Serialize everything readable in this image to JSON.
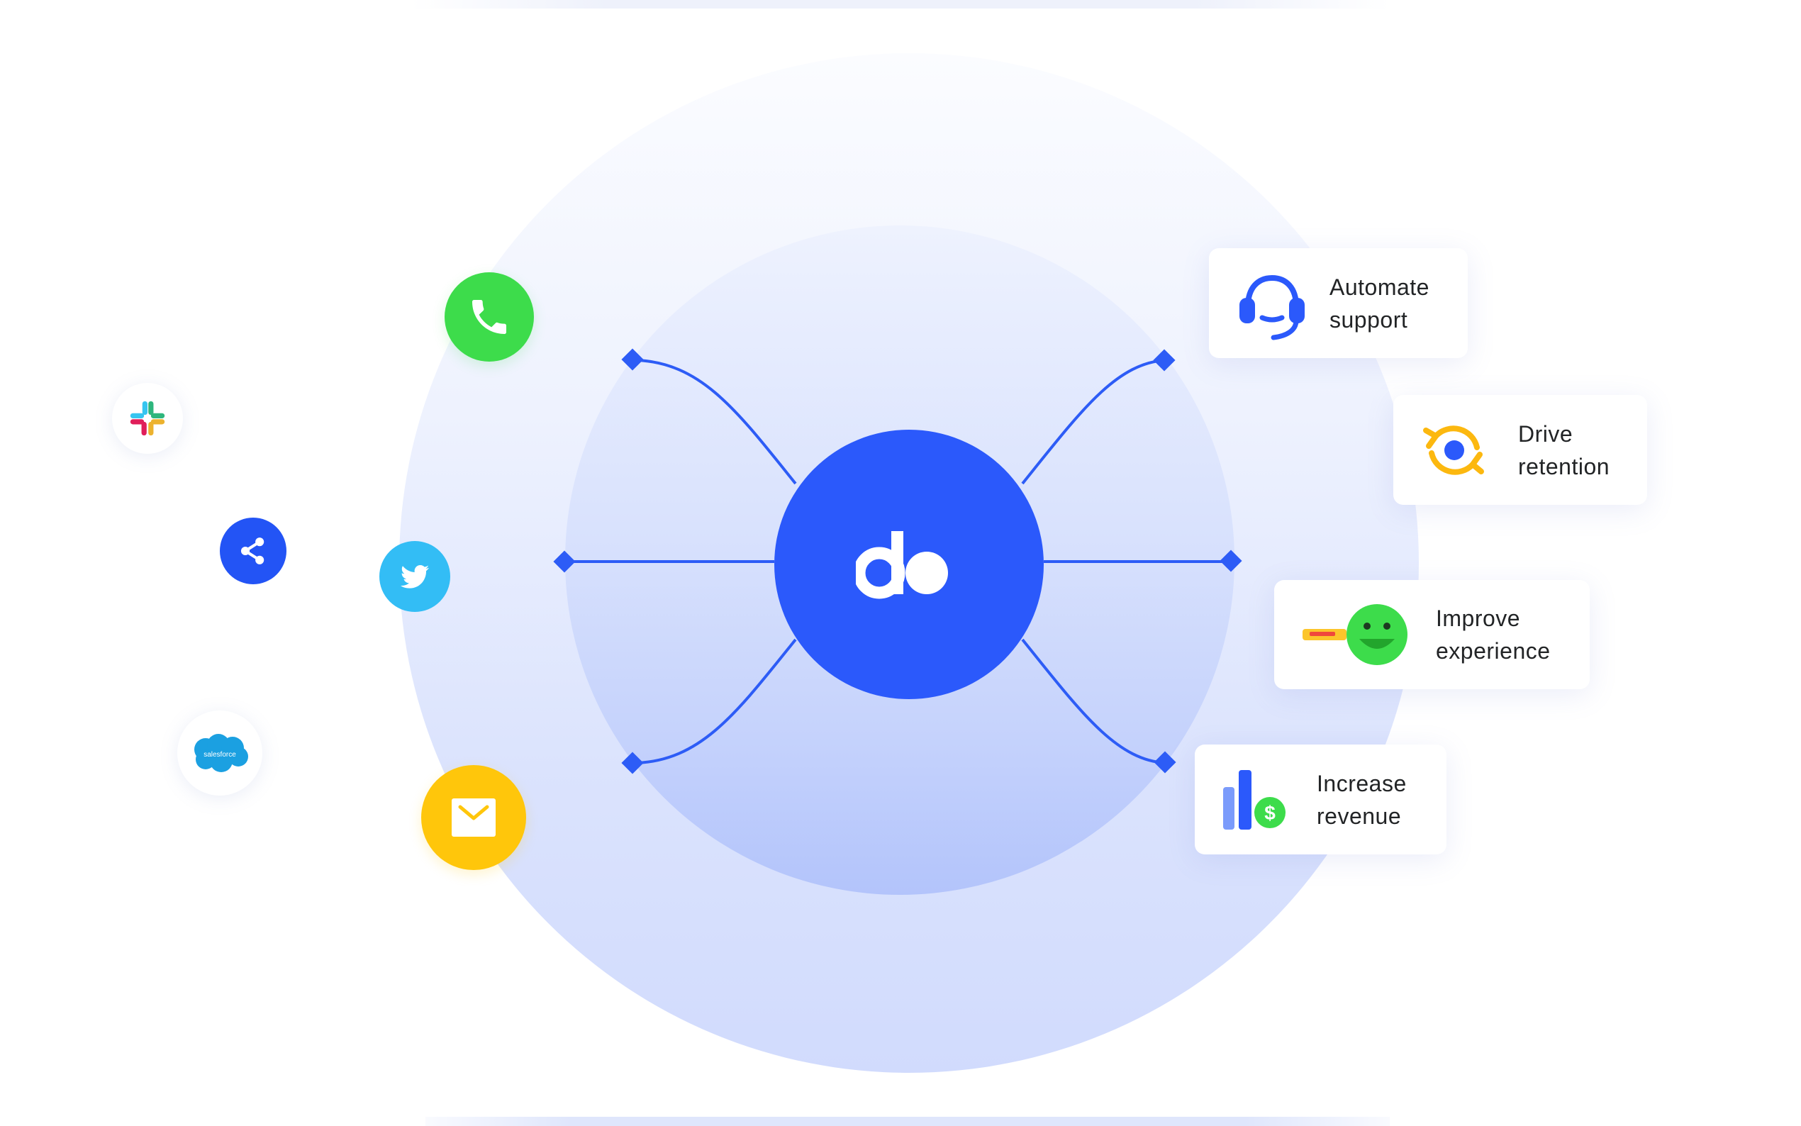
{
  "diagram": {
    "hub": {
      "logo_text": "do",
      "color": "#2b59fb"
    },
    "channels": [
      {
        "name": "phone",
        "icon": "phone-icon",
        "color": "#3ddc4b"
      },
      {
        "name": "email",
        "icon": "mail-icon",
        "color": "#ffc60b"
      },
      {
        "name": "twitter",
        "icon": "twitter-icon",
        "color": "#33bdf5"
      },
      {
        "name": "share",
        "icon": "share-icon",
        "color": "#2354f5"
      },
      {
        "name": "slack",
        "icon": "slack-icon",
        "color": "#ffffff"
      },
      {
        "name": "salesforce",
        "icon": "salesforce-icon",
        "color": "#ffffff",
        "text": "salesforce"
      }
    ],
    "outcomes": [
      {
        "line1": "Automate",
        "line2": "support",
        "icon": "headset-icon"
      },
      {
        "line1": "Drive",
        "line2": "retention",
        "icon": "refresh-cycle-icon"
      },
      {
        "line1": "Improve",
        "line2": "experience",
        "icon": "smiley-meter-icon"
      },
      {
        "line1": "Increase",
        "line2": "revenue",
        "icon": "revenue-chart-icon"
      }
    ],
    "colors": {
      "accent": "#2b59fb",
      "connector": "#2d5cf6",
      "outer_ring": "#d2dcfd",
      "inner_ring": "#b3c4fb",
      "retention_yellow": "#fcb80f",
      "revenue_green": "#3ddc4b"
    }
  }
}
